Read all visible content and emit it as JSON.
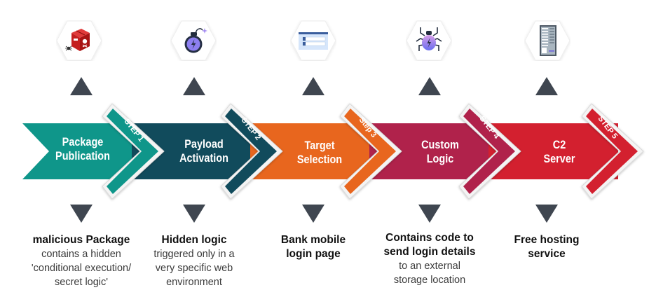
{
  "colors": {
    "step1": "#0f968a",
    "step2": "#114b5c",
    "step3": "#e8661e",
    "step4": "#b0224b",
    "step5": "#d3202f",
    "triangle": "#3f4650",
    "hex_bg": "#ffffff"
  },
  "steps": [
    {
      "step_label": "STEP 1",
      "title_line1": "Package",
      "title_line2": "Publication",
      "icon": "malicious-package-icon",
      "desc_bold": "malicious Package",
      "desc_normal": [
        "contains a hidden",
        "'conditional execution/",
        "secret logic'"
      ]
    },
    {
      "step_label": "STEP 2",
      "title_line1": "Payload",
      "title_line2": "Activation",
      "icon": "bomb-icon",
      "desc_bold": "Hidden logic",
      "desc_normal": [
        "triggered only in a",
        "very specific web",
        "environment"
      ]
    },
    {
      "step_label": "Step 3",
      "title_line1": "Target",
      "title_line2": "Selection",
      "icon": "login-form-icon",
      "desc_bold_lines": [
        "Bank mobile",
        "login page"
      ],
      "desc_normal": []
    },
    {
      "step_label": "STEP 4",
      "title_line1": "Custom",
      "title_line2": "Logic",
      "icon": "bug-icon",
      "desc_bold_lines": [
        "Contains code to",
        "send login details"
      ],
      "desc_normal": [
        "to an external",
        "storage location"
      ]
    },
    {
      "step_label": "STEP 5",
      "title_line1": "C2",
      "title_line2": "Server",
      "icon": "server-rack-icon",
      "desc_bold_lines": [
        "Free hosting",
        "service"
      ],
      "desc_normal": []
    }
  ]
}
